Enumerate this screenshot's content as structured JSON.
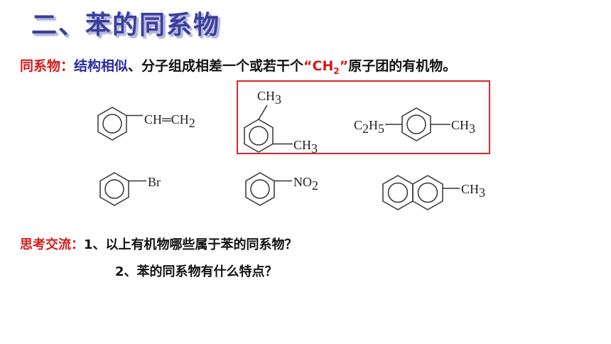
{
  "title": "二、苯的同系物",
  "definition": {
    "term": "同系物：",
    "emphasis": "结构相似",
    "rest_before": "、分子组成相差一个或若干个",
    "quote_open": "“",
    "ch2_main": "CH",
    "ch2_sub": "2",
    "quote_close": "”",
    "rest_after": "原子团的有机物。"
  },
  "molecules": {
    "styrene": {
      "chain": "CH",
      "eq": "═",
      "ch2": "CH",
      "sub": "2"
    },
    "m_xylene": {
      "top": "CH",
      "top_sub": "3",
      "bottom": "CH",
      "bottom_sub": "3"
    },
    "p_ethyltoluene": {
      "left": "C",
      "left_sub1": "2",
      "left_h": "H",
      "left_sub2": "5",
      "right": "CH",
      "right_sub": "3"
    },
    "bromobenzene": {
      "sub": "Br"
    },
    "nitrobenzene": {
      "main": "NO",
      "sub": "2"
    },
    "methylnaphthalene": {
      "main": "CH",
      "sub": "3"
    }
  },
  "discussion": {
    "label": "思考交流：",
    "q1": "1、以上有机物哪些属于苯的同系物？",
    "q2": "2、苯的同系物有什么特点？"
  }
}
